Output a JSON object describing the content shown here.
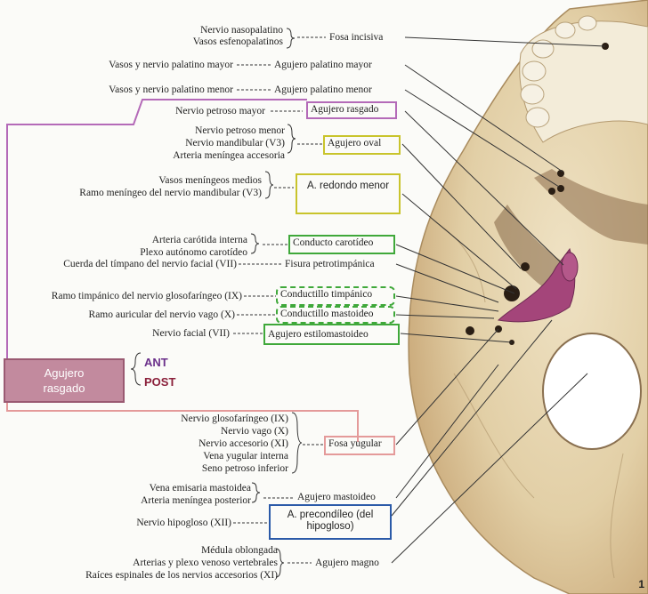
{
  "labels": {
    "l1a": "Nervio nasopalatino",
    "l1b": "Vasos esfenopalatinos",
    "f1": "Fosa incisiva",
    "l2": "Vasos y nervio palatino mayor",
    "f2": "Agujero palatino mayor",
    "l3": "Vasos y nervio palatino menor",
    "f3": "Agujero palatino menor",
    "l4": "Nervio petroso mayor",
    "f4": "Agujero rasgado",
    "l5a": "Nervio petroso menor",
    "l5b": "Nervio mandibular (V3)",
    "l5c": "Arteria meníngea accesoria",
    "f5": "Agujero oval",
    "l6a": "Vasos meníngeos medios",
    "l6b": "Ramo meníngeo del nervio mandibular (V3)",
    "f6": "A. redondo menor",
    "l7a": "Arteria carótida interna",
    "l7b": "Plexo autónomo carotídeo",
    "f7": "Conducto carotídeo",
    "l8": "Cuerda del tímpano del nervio facial (VII)",
    "f8": "Fisura petrotimpánica",
    "l9": "Ramo timpánico del nervio glosofaríngeo (IX)",
    "f9": "Conductillo timpánico",
    "l10": "Ramo auricular del nervio vago (X)",
    "f10": "Conductillo mastoideo",
    "l11": "Nervio facial (VII)",
    "f11": "Agujero estilomastoideo",
    "l12a": "Nervio glosofaríngeo (IX)",
    "l12b": "Nervio vago (X)",
    "l12c": "Nervio accesorio (XI)",
    "l12d": "Vena yugular interna",
    "l12e": "Seno petroso inferior",
    "f12": "Fosa yugular",
    "l13a": "Vena emisaria mastoidea",
    "l13b": "Arteria meníngea posterior",
    "f13": "Agujero mastoideo",
    "l14": "Nervio hipogloso (XII)",
    "f14": "A. precondíleo (del hipogloso)",
    "l15a": "Médula oblongada",
    "l15b": "Arterias y plexo venoso vertebrales",
    "l15c": "Raíces espinales de los nervios accesorios (XI)",
    "f15": "Agujero magno"
  },
  "legend": {
    "box_label": "Agujero rasgado",
    "ant": "ANT",
    "post": "POST"
  },
  "page_number": "1",
  "colors": {
    "purple": "#b46ab8",
    "yellow": "#c9c42c",
    "green": "#3fa83a",
    "pink": "#e49a9a",
    "blue": "#2b5aa8",
    "legend_fill": "#c28a9e",
    "ant_color": "#6a2f8a",
    "post_color": "#8a1f3a"
  }
}
